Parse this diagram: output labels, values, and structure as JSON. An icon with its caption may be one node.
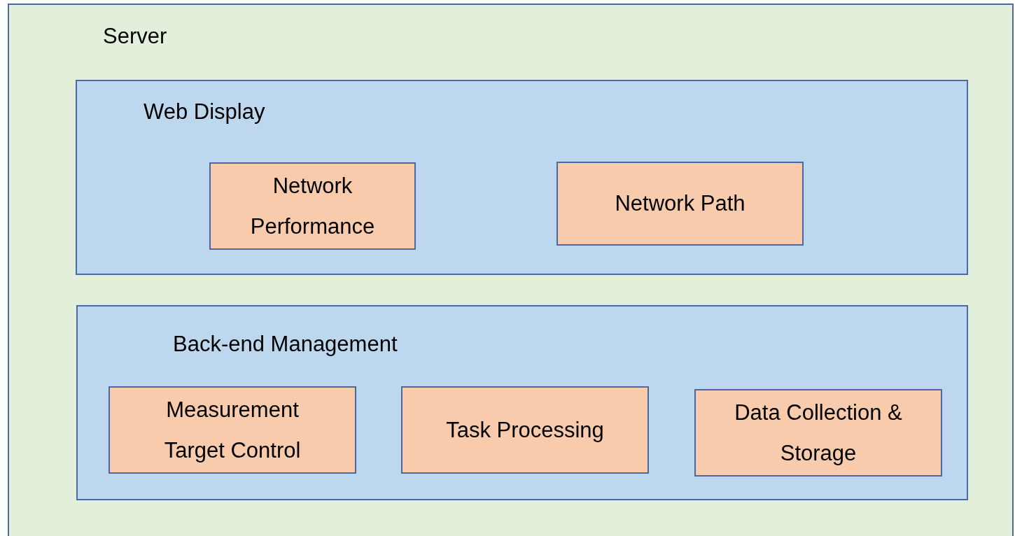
{
  "diagram": {
    "nodes": [
      {
        "text": [
          "Server"
        ]
      },
      {
        "text": [
          "Web Display"
        ],
        "in": 0
      },
      {
        "text": [
          "Network Performance"
        ],
        "in": 1
      },
      {
        "text": [
          "Network Path"
        ],
        "in": 1
      },
      {
        "text": [
          "Back-end Management"
        ],
        "in": 0
      },
      {
        "text": [
          "Measurement Target Control"
        ],
        "in": 4
      },
      {
        "text": [
          "Task Processing"
        ],
        "in": 4
      },
      {
        "text": [
          "Data Collection & Storage"
        ],
        "in": 4
      }
    ]
  }
}
